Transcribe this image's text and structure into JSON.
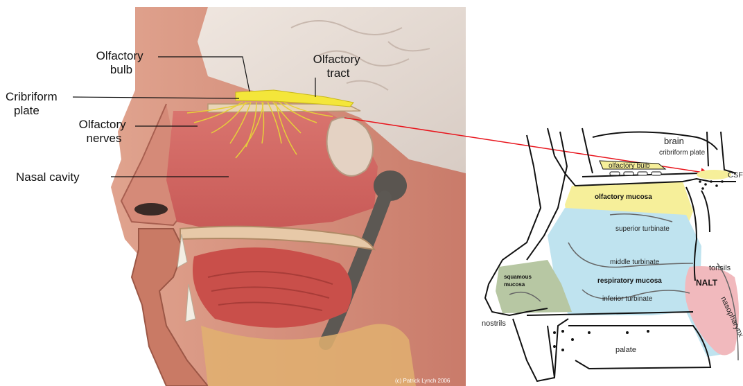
{
  "left_panel": {
    "labels": {
      "olfactory_bulb": [
        "Olfactory",
        "bulb"
      ],
      "olfactory_tract": [
        "Olfactory",
        "tract"
      ],
      "cribriform_plate": [
        "Cribriform",
        "plate"
      ],
      "olfactory_nerves": [
        "Olfactory",
        "nerves"
      ],
      "nasal_cavity": "Nasal cavity"
    },
    "credit": "(c) Patrick Lynch 2006"
  },
  "right_panel": {
    "labels": {
      "brain": "brain",
      "cribriform_plate": "cribriform plate",
      "olfactory_bulb": "olfactory bulb",
      "csf": "CSF",
      "olfactory_mucosa": "olfactory mucosa",
      "superior_turbinate": "superior turbinate",
      "middle_turbinate": "middle turbinate",
      "respiratory_mucosa": "respiratory mucosa",
      "inferior_turbinate": "inferior turbinate",
      "squamous_mucosa": [
        "squamous",
        "mucosa"
      ],
      "tonsils": "tonsils",
      "nalt": "NALT",
      "nasopharynx": "nasopharynx",
      "nostrils": "nostrils",
      "palate": "palate"
    }
  },
  "colors": {
    "pointer_arrow": "#e8141c",
    "olfactory_mucosa": "#f6ef9a",
    "respiratory_mucosa": "#bfe3ef",
    "squamous_mucosa": "#b7c7a3",
    "nalt": "#f1b9bd"
  }
}
